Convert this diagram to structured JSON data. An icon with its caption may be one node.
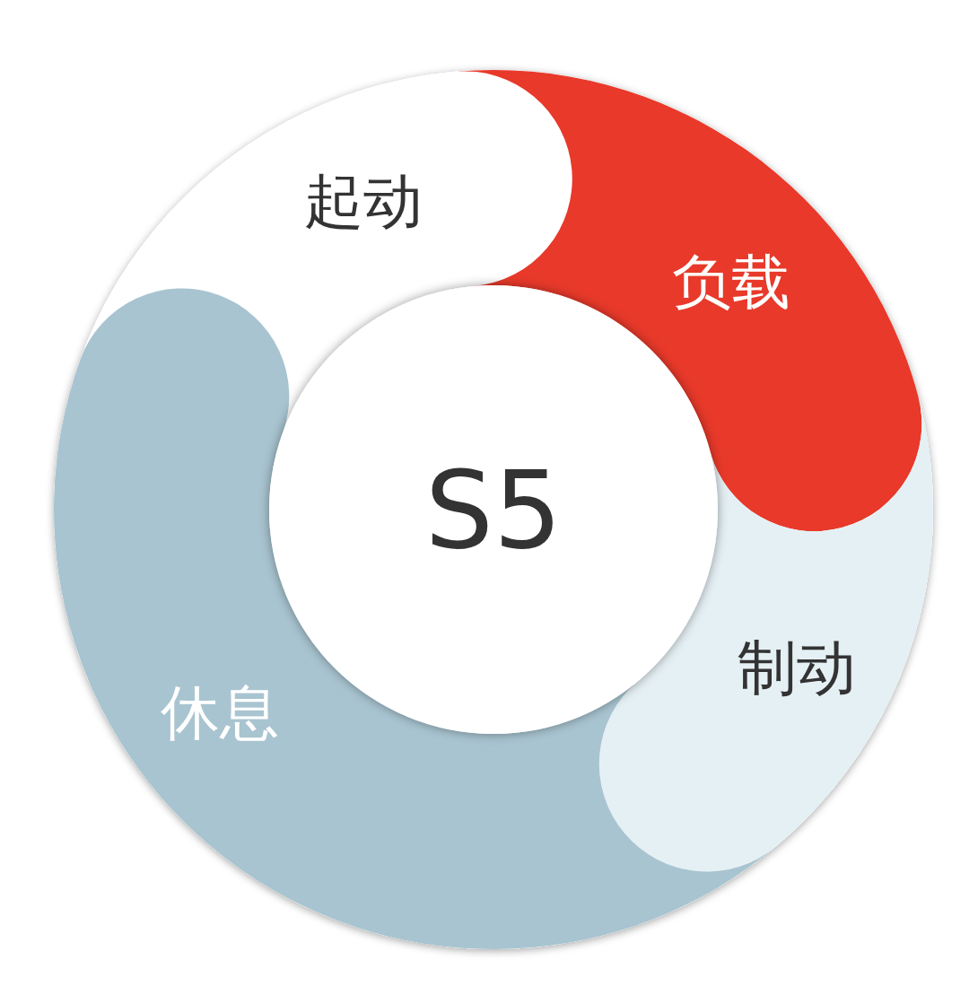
{
  "diagram": {
    "nodes": [
      {
        "text": [
          "S5"
        ]
      },
      {
        "text": [
          "起动"
        ]
      },
      {
        "text": [
          "负载"
        ]
      },
      {
        "text": [
          "制动"
        ]
      },
      {
        "text": [
          "休息"
        ]
      }
    ],
    "edges": []
  }
}
